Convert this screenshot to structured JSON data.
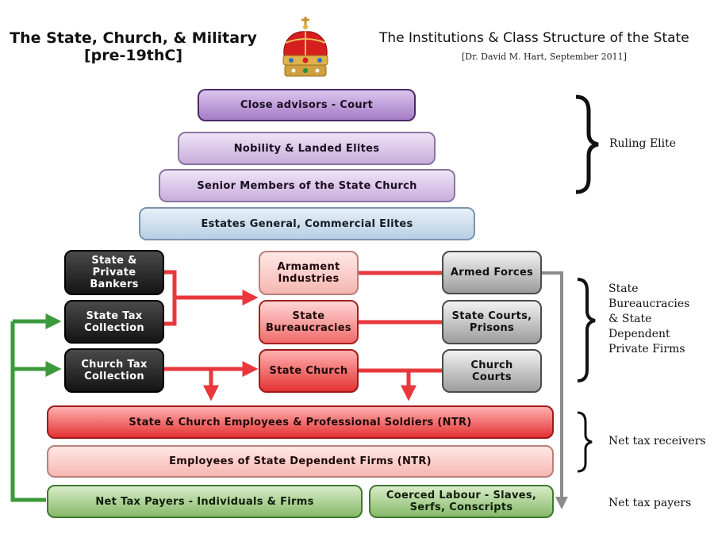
{
  "header": {
    "title_line1": "The State, Church, & Military",
    "title_line2": "[pre-19thC]",
    "subtitle": "The Institutions & Class Structure of the State",
    "credit": "[Dr. David M. Hart, September 2011]",
    "logo_icon": "crown-icon"
  },
  "pyramid": {
    "court": "Close advisors - Court",
    "nobility": "Nobility & Landed Elites",
    "church_seniors": "Senior Members of the State Church",
    "estates": "Estates General, Commercial Elites"
  },
  "sources": {
    "bankers": [
      "State &",
      "Private",
      "Bankers"
    ],
    "tax": [
      "State Tax",
      "Collection"
    ],
    "church_tax": [
      "Church Tax",
      "Collection"
    ]
  },
  "middle": {
    "armament": [
      "Armament",
      "Industries"
    ],
    "bureaucracies": [
      "State",
      "Bureaucracies"
    ],
    "church": "State Church"
  },
  "right": {
    "forces": "Armed Forces",
    "courts": [
      "State Courts,",
      "Prisons"
    ],
    "church_courts": [
      "Church",
      "Courts"
    ]
  },
  "receivers": {
    "employees": "State & Church Employees & Professional Soldiers (NTR)",
    "firms": "Employees of State Dependent Firms (NTR)"
  },
  "payers": {
    "net": "Net Tax Payers - Individuals & Firms",
    "coerced": [
      "Coerced Labour - Slaves,",
      "Serfs, Conscripts"
    ]
  },
  "side_labels": {
    "ruling": "Ruling Elite",
    "bureaucracy": [
      "State",
      "Bureaucracies",
      "& State",
      "Dependent",
      "Private Firms"
    ],
    "receivers": "Net tax receivers",
    "payers": "Net tax payers"
  },
  "colors": {
    "red_arrow": "#e8383d",
    "green_arrow": "#3c9a3c",
    "grey_arrow": "#8c8c8c",
    "brace": "#111111"
  }
}
